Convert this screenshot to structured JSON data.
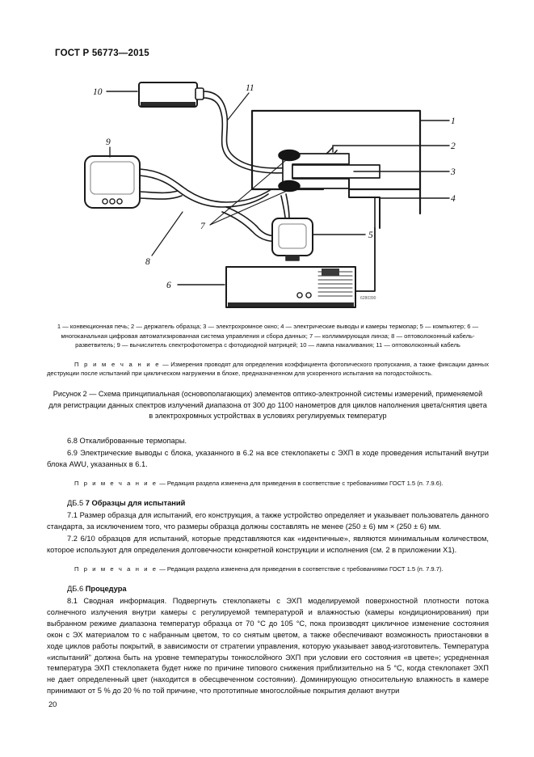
{
  "header": {
    "standard_title": "ГОСТ Р 56773—2015"
  },
  "figure": {
    "callouts": {
      "c1": "1",
      "c2": "2",
      "c3": "3",
      "c4": "4",
      "c5": "5",
      "c6": "6",
      "c7": "7",
      "c8": "8",
      "c9": "9",
      "c10": "10",
      "c11": "11"
    },
    "tower_mark": "6280390",
    "legend_text": "1 — конвекционная печь; 2 — держатель образца; 3 — электрохромное окно; 4 — электрические выводы и камеры термопар; 5 — компьютер; 6 — многоканальная цифровая автоматизированная система управления и сбора данных; 7 — коллимирующая линза; 8 — оптоволоконный кабель-разветвитель; 9 — вычислитель спектрофотометра с фотодиодной матрицей; 10 — лампа накаливания; 11 — оптоволоконный кабель",
    "note_label": "П р и м е ч а н и е",
    "note_text": " — Измерения проводят для определения коэффициента фотопического пропускания, а также фиксации данных деструкции после испытаний при циклическом нагружении в блоке, предназначенном для ускоренного испытания на погодостойкость.",
    "caption": "Рисунок 2 — Схема принципиальная (основополагающих) элементов оптико-электронной системы измерений, применяемой для регистрации данных спектров излучений диапазона от 300 до 1100 нанометров для циклов наполнения цвета/снятия цвета в электрохромных устройствах в условиях регулируемых температур"
  },
  "body": {
    "p_6_8": "6.8 Откалиброванные термопары.",
    "p_6_9": "6.9 Электрические выводы с блока, указанного в  6.2 на все стеклопакеты с ЭХП в ходе проведения испытаний внутри блока AWU, указанных в 6.1.",
    "note1_label": "П р и м е ч а н и е",
    "note1_text": " — Редакция раздела изменена для приведения в соответствие с требованиями ГОСТ 1.5 (п. 7.9.6).",
    "heading_db5_prefix": "ДБ.5 ",
    "heading_db5_bold": "7 Образцы для испытаний",
    "p_7_1": "7.1 Размер образца для испытаний, его конструкция, а также устройство определяет и указывает пользователь данного стандарта, за исключением того, что размеры образца должны составлять не менее (250 ± 6) мм × (250 ± 6) мм.",
    "p_7_2": "7.2 6/10 образцов для испытаний, которые представляются как «идентичные», являются минимальным количеством, которое используют для определения долговечности конкретной конструкции и исполнения (см. 2 в приложении X1).",
    "note2_label": "П р и м е ч а н и е",
    "note2_text": " — Редакция раздела изменена для приведения в соответствие с требованиями ГОСТ 1.5 (п. 7.9.7).",
    "heading_db6_prefix": "ДБ.6 ",
    "heading_db6_bold": "Процедура",
    "p_8_1": "8.1 Сводная информация. Подвергнуть стеклопакеты с ЭХП моделируемой поверхностной плотности потока солнечного излучения внутри камеры с регулируемой температурой и влажностью (камеры кондиционирования) при выбранном режиме диапазона температур образца от 70 °С до 105 °С, пока производят цикличное изменение состояния окон с ЭХ материалом то с набранным цветом, то со снятым цветом, а также обеспечивают возможность приостановки в ходе циклов работы покрытий, в зависимости от стратегии управления, которую указывает завод-изготовитель. Температура «испытаний\" должна быть на уровне температуры тонкослойного ЭХП при условии его состояния «в цвете»; усредненная температура ЭХП стеклопакета будет ниже по причине типового снижения приблизительно на 5 °С, когда стеклопакет ЭХП не дает определенный цвет (находится в обесцвеченном состоянии). Доминирующую относительную влажность в камере принимают от 5 % до 20 % по той причине, что прототипные многослойные покрытия делают внутри"
  },
  "footer": {
    "page_number": "20"
  }
}
